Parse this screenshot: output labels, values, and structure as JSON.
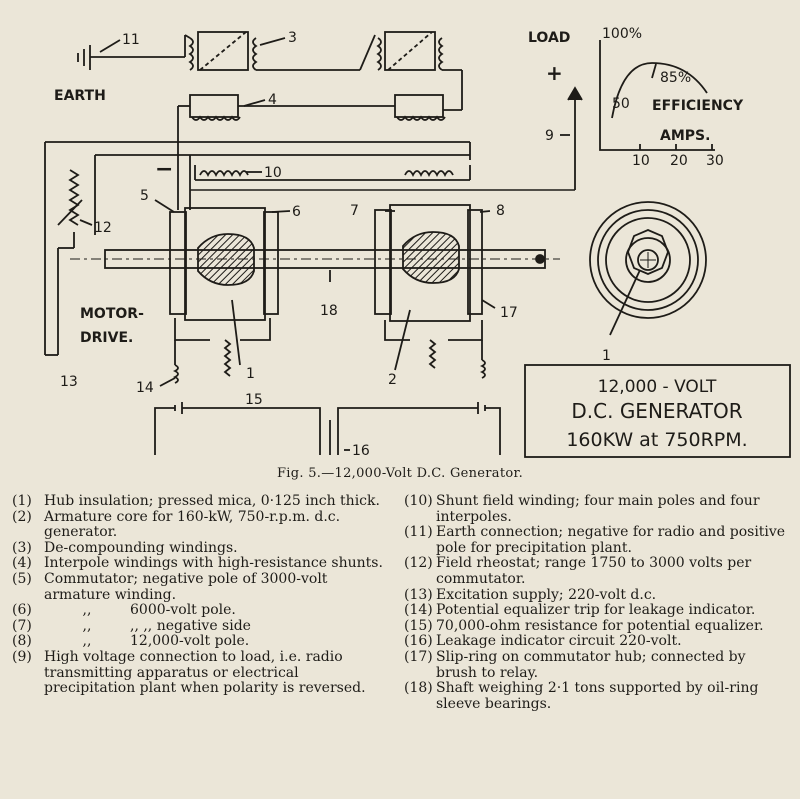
{
  "figure": {
    "labels": {
      "earth": "EARTH",
      "n1": "1",
      "n2": "2",
      "n3": "3",
      "n4": "4",
      "n5": "5",
      "n6": "6",
      "n7": "7",
      "n8": "8",
      "n9": "9",
      "n10": "10",
      "n11": "11",
      "n12": "12",
      "n13": "13",
      "n14": "14",
      "n15": "15",
      "n16": "16",
      "n17": "17",
      "n18": "18",
      "n1b": "1",
      "load": "LOAD",
      "plus": "+",
      "minus": "−",
      "motor": "MOTOR-",
      "drive": "DRIVE."
    },
    "graph": {
      "p100": "100%",
      "p85": "85%",
      "p50": "50",
      "efficiency": "EFFICIENCY",
      "amps": "AMPS.",
      "t10": "10",
      "t20": "20",
      "t30": "30"
    },
    "plate": {
      "line1": "12,000 - VOLT",
      "line2": "D.C. GENERATOR",
      "line3": "160KW at 750RPM."
    },
    "caption": "Fig. 5.—12,000-Volt D.C. Generator."
  },
  "legend": {
    "left": [
      {
        "n": "(1)",
        "t": "Hub insulation;  pressed mica,  0·125 inch thick."
      },
      {
        "n": "(2)",
        "t": "Armature core for 160-kW, 750-r.p.m. d.c. generator."
      },
      {
        "n": "(3)",
        "t": "De-compounding windings."
      },
      {
        "n": "(4)",
        "t": "Interpole windings with high-resistance shunts."
      },
      {
        "n": "(5)",
        "t": "Commutator; negative pole of 3000-volt armature winding."
      },
      {
        "n": "(6)",
        "q": ",,",
        "t": "6000-volt pole."
      },
      {
        "n": "(7)",
        "q": ",,",
        "t": ",,   ,, negative side"
      },
      {
        "n": "(8)",
        "q": ",,",
        "t": "12,000-volt pole."
      },
      {
        "n": "(9)",
        "t": "High voltage connection to load, i.e. radio transmitting apparatus or electrical precipitation plant when polarity is reversed."
      }
    ],
    "right": [
      {
        "n": "(10)",
        "t": "Shunt field winding;  four main poles and four interpoles."
      },
      {
        "n": "(11)",
        "t": "Earth connection;  negative for radio and positive pole for precipitation plant."
      },
      {
        "n": "(12)",
        "t": "Field rheostat;  range 1750 to 3000 volts per commutator."
      },
      {
        "n": "(13)",
        "t": "Excitation supply;  220-volt d.c."
      },
      {
        "n": "(14)",
        "t": "Potential equalizer trip for leakage indicator."
      },
      {
        "n": "(15)",
        "t": "70,000-ohm resistance for potential equalizer."
      },
      {
        "n": "(16)",
        "t": "Leakage indicator circuit 220-volt."
      },
      {
        "n": "(17)",
        "t": "Slip-ring on commutator hub;  connected by brush to relay."
      },
      {
        "n": "(18)",
        "t": "Shaft weighing 2·1 tons supported by oil-ring sleeve bearings."
      }
    ]
  }
}
